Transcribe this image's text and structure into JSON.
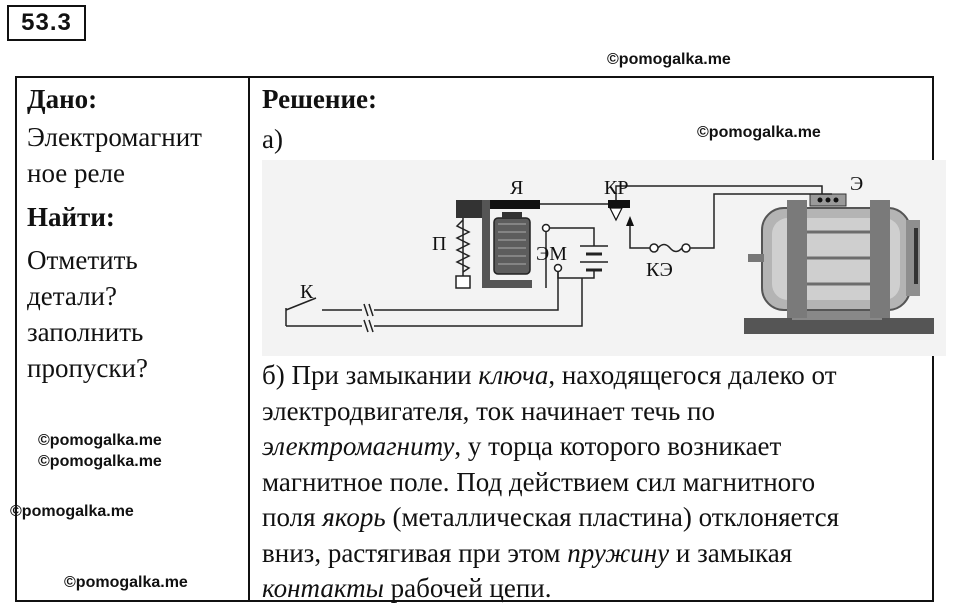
{
  "problem_number": "53.3",
  "watermarks": [
    "©pomogalka.me",
    "©pomogalka.me",
    "©pomogalka.me",
    "©pomogalka.me",
    "©pomogalka.me",
    "©pomogalka.me"
  ],
  "left": {
    "given_heading": "Дано:",
    "given_lines": [
      "Электромагнит",
      "ное реле"
    ],
    "find_heading": "Найти:",
    "find_lines": [
      "Отметить",
      "детали?",
      "заполнить",
      "пропуски?"
    ]
  },
  "right": {
    "solution_heading": "Решение:",
    "part_a": "а)",
    "diagram_labels": {
      "armature": "Я",
      "spring": "П",
      "electromagnet": "ЭМ",
      "contacts": "КР",
      "motor": "Э",
      "key": "К",
      "motor_key": "КЭ"
    },
    "part_b": [
      {
        "segments": [
          {
            "t": "б) При замыкании "
          },
          {
            "t": "ключа",
            "i": true
          },
          {
            "t": ", находящегося далеко от"
          }
        ]
      },
      {
        "segments": [
          {
            "t": "электродвигателя, ток начинает течь по"
          }
        ]
      },
      {
        "segments": [
          {
            "t": "электромагниту",
            "i": true
          },
          {
            "t": ", у торца которого возникает"
          }
        ]
      },
      {
        "segments": [
          {
            "t": "магнитное поле. Под действием сил магнитного"
          }
        ]
      },
      {
        "segments": [
          {
            "t": "поля "
          },
          {
            "t": "якорь",
            "i": true
          },
          {
            "t": " (металлическая пластина) отклоняется"
          }
        ]
      },
      {
        "segments": [
          {
            "t": "вниз, растягивая при этом "
          },
          {
            "t": "пружину",
            "i": true
          },
          {
            "t": " и замыкая"
          }
        ]
      },
      {
        "segments": [
          {
            "t": "контакты",
            "i": true
          },
          {
            "t": " рабочей цепи."
          }
        ]
      }
    ]
  }
}
